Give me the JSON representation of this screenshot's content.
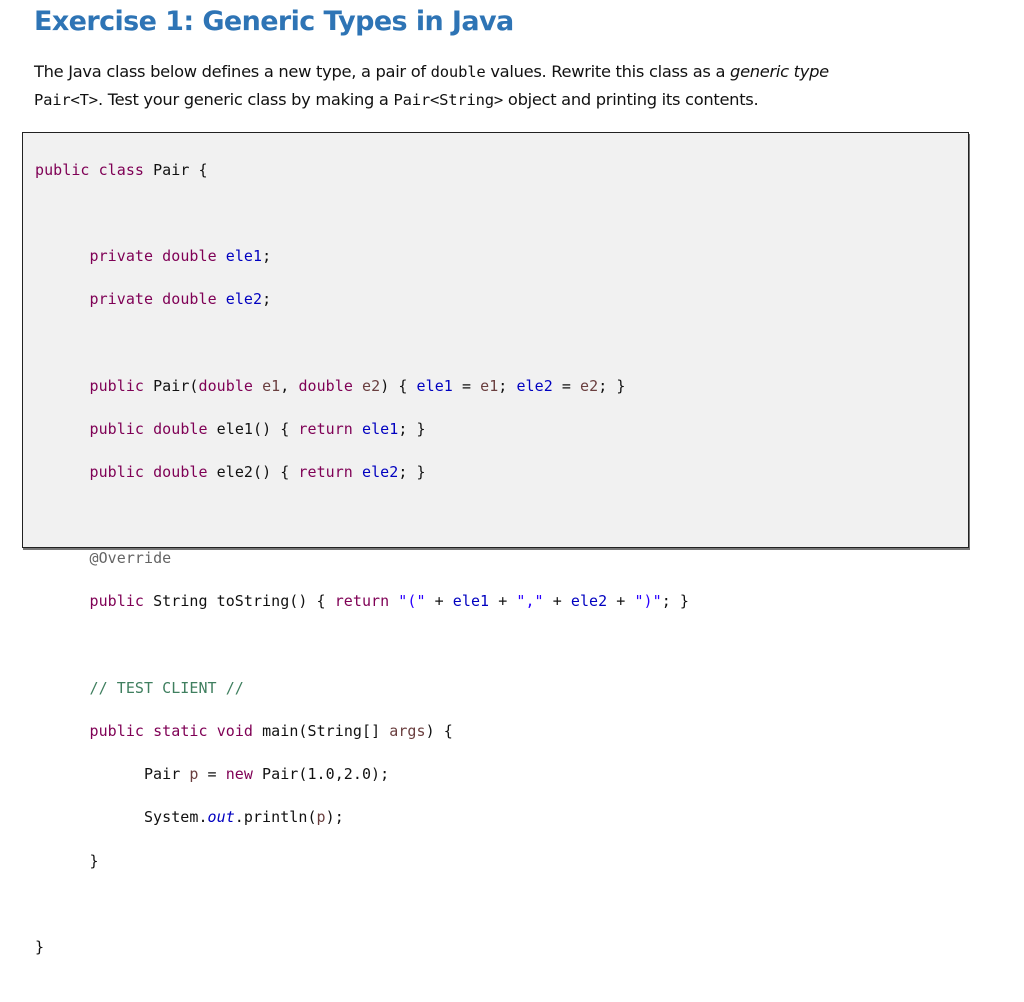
{
  "title": "Exercise 1: Generic Types in Java",
  "paragraph": {
    "p1": "The Java class below defines a new type, a pair of ",
    "code1": "double",
    "p2": " values. Rewrite this class as a ",
    "em1": "generic type",
    "code2": "Pair<T>",
    "p3": ". Test your generic class by making a ",
    "code3": "Pair<String>",
    "p4": " object and printing its contents."
  },
  "code": {
    "lines": [
      "public class Pair {",
      "",
      "      private double ele1;",
      "      private double ele2;",
      "",
      "      public Pair(double e1, double e2) { ele1 = e1; ele2 = e2; }",
      "      public double ele1() { return ele1; }",
      "      public double ele2() { return ele2; }",
      "",
      "      @Override",
      "      public String toString() { return \"(\" + ele1 + \",\" + ele2 + \")\"; }",
      "",
      "      // TEST CLIENT //",
      "      public static void main(String[] args) {",
      "            Pair p = new Pair(1.0,2.0);",
      "            System.out.println(p);",
      "      }",
      "",
      "}"
    ]
  },
  "colors": {
    "title": "#2e74b5",
    "keyword": "#7f0055",
    "field": "#0000c0",
    "parameter": "#6a3e3e",
    "string": "#2a00ff",
    "annotation": "#646464",
    "comment": "#3f7f5f",
    "code_background": "#f1f1f1"
  }
}
